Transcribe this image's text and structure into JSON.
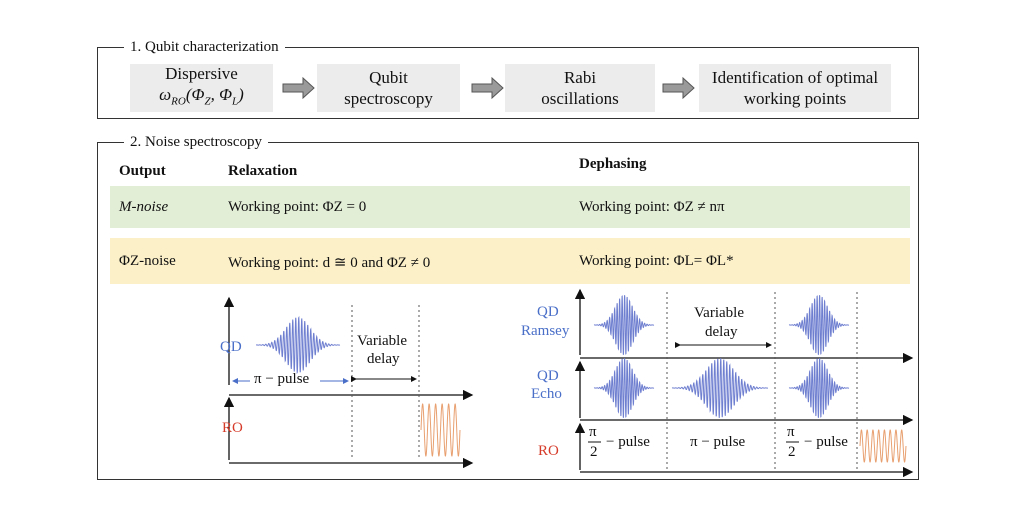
{
  "section1": {
    "title": "1. Qubit characterization",
    "steps": [
      {
        "line1": "Dispersive",
        "line2": "ωRO(ΦZ, ΦL)"
      },
      {
        "line1": "Qubit",
        "line2": "spectroscopy"
      },
      {
        "line1": "Rabi",
        "line2": "oscillations"
      },
      {
        "line1": "Identification of optimal",
        "line2": "working points"
      }
    ]
  },
  "section2": {
    "title": "2. Noise spectroscopy",
    "headers": {
      "output": "Output",
      "relaxation": "Relaxation",
      "dephasing": "Dephasing"
    },
    "rows": [
      {
        "output": "M-noise",
        "relaxation": "Working point: ΦZ = 0",
        "dephasing": "Working point: ΦZ ≠ nπ"
      },
      {
        "output": "ΦZ-noise",
        "relaxation": "Working point: d ≅ 0 and  ΦZ ≠ 0",
        "dephasing": "Working point: ΦL= ΦL*"
      }
    ]
  },
  "relaxation_diagram": {
    "qd_label": "QD",
    "ro_label": "RO",
    "pi_pulse": "π − pulse",
    "variable_delay_line1": "Variable",
    "variable_delay_line2": "delay"
  },
  "dephasing_diagram": {
    "qd_ramsey_line1": "QD",
    "qd_ramsey_line2": "Ramsey",
    "qd_echo_line1": "QD",
    "qd_echo_line2": "Echo",
    "ro_label": "RO",
    "variable_delay_line1": "Variable",
    "variable_delay_line2": "delay",
    "half_pi_num": "π",
    "half_pi_den": "2",
    "pulse_suffix": "− pulse",
    "pi_pulse": "π − pulse"
  },
  "colors": {
    "qd": "#6f7fd0",
    "ro": "#e8a070",
    "green_band": "#e3eed7",
    "yellow_band": "#fbf0c8",
    "step_box": "#ececec"
  }
}
